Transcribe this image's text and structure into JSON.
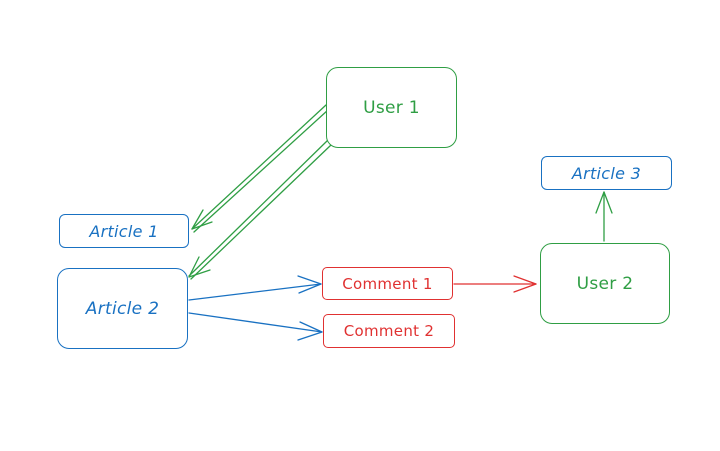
{
  "nodes": {
    "user1": {
      "label": "User 1"
    },
    "user2": {
      "label": "User 2"
    },
    "article1": {
      "label": "Article 1"
    },
    "article2": {
      "label": "Article 2"
    },
    "article3": {
      "label": "Article 3"
    },
    "comment1": {
      "label": "Comment 1"
    },
    "comment2": {
      "label": "Comment 2"
    }
  },
  "edges": [
    {
      "from": "user1",
      "to": "article1"
    },
    {
      "from": "user1",
      "to": "article2"
    },
    {
      "from": "article2",
      "to": "comment1"
    },
    {
      "from": "article2",
      "to": "comment2"
    },
    {
      "from": "comment1",
      "to": "user2"
    },
    {
      "from": "user2",
      "to": "article3"
    }
  ],
  "colors": {
    "user": "#2f9e44",
    "article": "#1971c2",
    "comment": "#e03131"
  }
}
